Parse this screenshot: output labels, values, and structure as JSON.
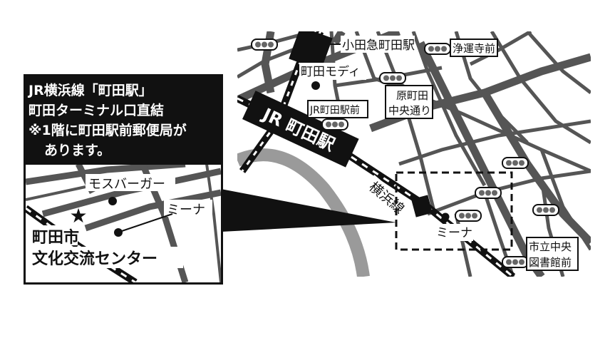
{
  "info_box": {
    "line1": "JR横浜線「町田駅」",
    "line2": "町田ターミナル口直結",
    "line3": "※1階に町田駅前郵便局が",
    "line4": "あります。"
  },
  "inset": {
    "mos": "モスバーガー",
    "mina": "ミーナ",
    "venue_line1": "町田市",
    "venue_line2": "文化交流センター"
  },
  "map": {
    "odakyu": "小田急町田駅",
    "modi": "町田モディ",
    "jr_station": "JR 町田駅",
    "yokohama_line": "横浜線",
    "mina": "ミーナ",
    "signals": {
      "jyounji": "浄運寺前",
      "haramachida1": "原町田",
      "haramachida2": "中央通り",
      "jrmae": "JR町田駅前",
      "lib1": "市立中央",
      "lib2": "図書館前"
    }
  },
  "colors": {
    "road_dark": "#555555",
    "road_light": "#9a9a9a",
    "black": "#111111",
    "white": "#ffffff"
  }
}
